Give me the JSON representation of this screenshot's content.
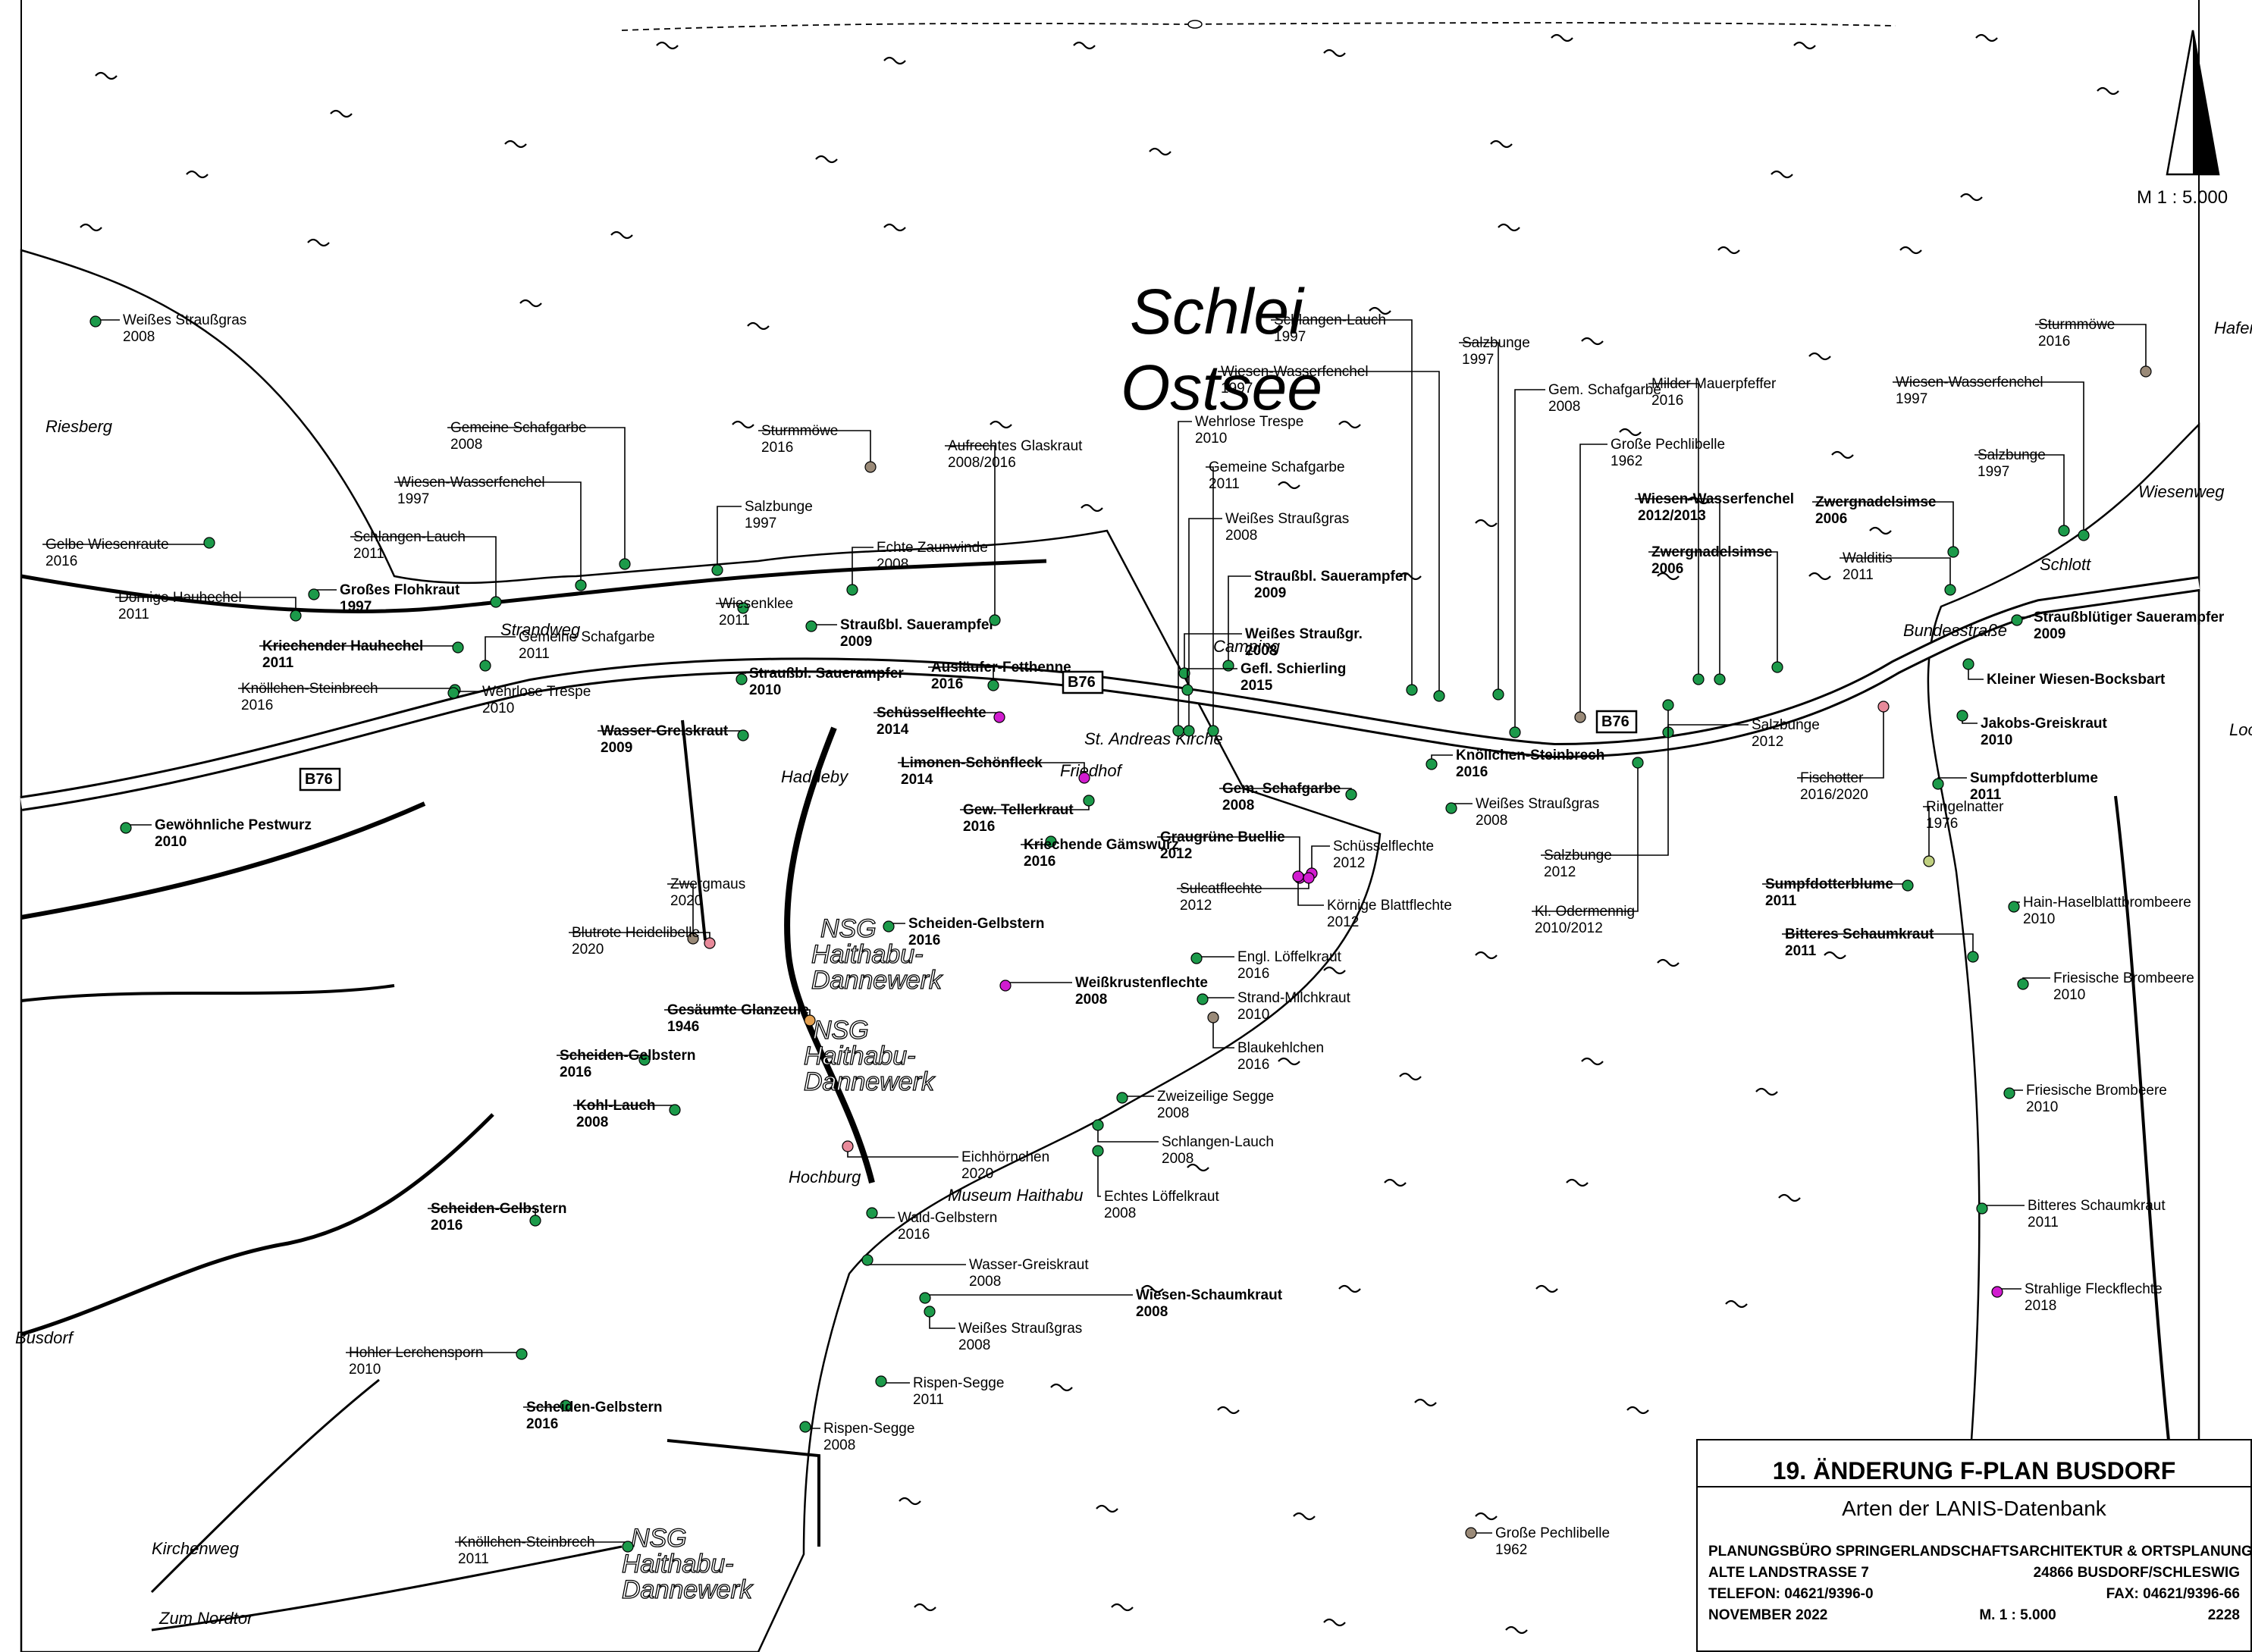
{
  "title": "19. ÄNDERUNG F-PLAN BUSDORF",
  "subtitle": "Arten der LANIS-Datenbank",
  "office": {
    "name": "PLANUNGSBÜRO SPRINGER",
    "street": "ALTE LANDSTRASSE 7",
    "phone": "TELEFON: 04621/9396-0",
    "date": "NOVEMBER 2022",
    "profession": "LANDSCHAFTSARCHITEKTUR & ORTSPLANUNG",
    "city": "24866 BUSDORF/SCHLESWIG",
    "fax": "FAX: 04621/9396-66",
    "scale": "M. 1 : 5.000",
    "number": "2228"
  },
  "scale_label": "M 1 : 5.000",
  "water_name_1": "Schlei",
  "water_name_2": "Ostsee",
  "colors": {
    "green": "#1c9a4a",
    "magenta": "#d11ccf",
    "pink": "#e88a9a",
    "brown": "#9a8a78",
    "orange": "#e3a050",
    "olive": "#c0d080"
  },
  "place_labels": [
    {
      "t": "Riesberg"
    },
    {
      "t": "Strandweg"
    },
    {
      "t": "Haddeby"
    },
    {
      "t": "St. Andreas Kirche"
    },
    {
      "t": "Friedhof"
    },
    {
      "t": "Hochburg"
    },
    {
      "t": "Museum Haithabu"
    },
    {
      "t": "Busdorf"
    },
    {
      "t": "Schlott"
    },
    {
      "t": "Bundesstraße"
    },
    {
      "t": "Loopstedter Straße"
    },
    {
      "t": "Kirchenweg"
    },
    {
      "t": "Zum Nordtor"
    },
    {
      "t": "Camping"
    },
    {
      "t": "Hafen"
    },
    {
      "t": "Wiesenweg"
    }
  ],
  "nsg_labels": [
    {
      "l1": "NSG",
      "l2": "Haithabu-",
      "l3": "Dannewerk"
    },
    {
      "l1": "NSG",
      "l2": "Haithabu-",
      "l3": "Dannewerk"
    },
    {
      "l1": "NSG",
      "l2": "Haithabu-",
      "l3": "Dannewerk"
    }
  ],
  "road_labels": [
    {
      "t": "B76"
    },
    {
      "t": "B76"
    },
    {
      "t": "B76"
    }
  ],
  "species": [
    {
      "name": "Weißes Straußgras",
      "year": "2008",
      "c": "green",
      "bold": false
    },
    {
      "name": "Gelbe Wiesenraute",
      "year": "2016",
      "c": "green",
      "bold": false
    },
    {
      "name": "Dornige Hauhechel",
      "year": "2011",
      "c": "green",
      "bold": false
    },
    {
      "name": "Großes Flohkraut",
      "year": "1997",
      "c": "green",
      "bold": true
    },
    {
      "name": "Kriechender Hauhechel",
      "year": "2011",
      "c": "green",
      "bold": true
    },
    {
      "name": "Knöllchen-Steinbrech",
      "year": "2016",
      "c": "green",
      "bold": false
    },
    {
      "name": "Gemeine Schafgarbe",
      "year": "2008",
      "c": "green",
      "bold": false
    },
    {
      "name": "Wiesen-Wasserfenchel",
      "year": "1997",
      "c": "green",
      "bold": false
    },
    {
      "name": "Schlangen-Lauch",
      "year": "2011",
      "c": "green",
      "bold": false
    },
    {
      "name": "Gemeine Schafgarbe",
      "year": "2011",
      "c": "green",
      "bold": false
    },
    {
      "name": "Wehrlose Trespe",
      "year": "2010",
      "c": "green",
      "bold": false
    },
    {
      "name": "Salzbunge",
      "year": "1997",
      "c": "green",
      "bold": false
    },
    {
      "name": "Sturmmöwe",
      "year": "2016",
      "c": "brown",
      "bold": false
    },
    {
      "name": "Echte Zaunwinde",
      "year": "2008",
      "c": "green",
      "bold": false
    },
    {
      "name": "Wiesenklee",
      "year": "2011",
      "c": "green",
      "bold": false
    },
    {
      "name": "Straußbl. Sauerampfer",
      "year": "2009",
      "c": "green",
      "bold": true
    },
    {
      "name": "Straußbl. Sauerampfer",
      "year": "2010",
      "c": "green",
      "bold": true
    },
    {
      "name": "Wasser-Greiskraut",
      "year": "2009",
      "c": "green",
      "bold": true
    },
    {
      "name": "Gewöhnliche Pestwurz",
      "year": "2010",
      "c": "green",
      "bold": true
    },
    {
      "name": "Aufrechtes Glaskraut",
      "year": "2008/2016",
      "c": "green",
      "bold": false
    },
    {
      "name": "Ausläufer-Fetthenne",
      "year": "2016",
      "c": "green",
      "bold": true
    },
    {
      "name": "Schüsselflechte",
      "year": "2014",
      "c": "magenta",
      "bold": true
    },
    {
      "name": "Limonen-Schönfleck",
      "year": "2014",
      "c": "magenta",
      "bold": true
    },
    {
      "name": "Gew. Tellerkraut",
      "year": "2016",
      "c": "green",
      "bold": true
    },
    {
      "name": "Schlangen-Lauch",
      "year": "1997",
      "c": "green",
      "bold": false
    },
    {
      "name": "Wiesen-Wasserfenchel",
      "year": "1997",
      "c": "green",
      "bold": false
    },
    {
      "name": "Wehrlose Trespe",
      "year": "2010",
      "c": "green",
      "bold": false
    },
    {
      "name": "Gemeine Schafgarbe",
      "year": "2011",
      "c": "green",
      "bold": false
    },
    {
      "name": "Weißes Straußgras",
      "year": "2008",
      "c": "green",
      "bold": false
    },
    {
      "name": "Straußbl. Sauerampfer",
      "year": "2009",
      "c": "green",
      "bold": true
    },
    {
      "name": "Weißes Straußgr.",
      "year": "2008",
      "c": "green",
      "bold": true
    },
    {
      "name": "Gefl. Schierling",
      "year": "2015",
      "c": "green",
      "bold": true
    },
    {
      "name": "Gem. Schafgarbe",
      "year": "2008",
      "c": "green",
      "bold": true
    },
    {
      "name": "Graugrüne Buellie",
      "year": "2012",
      "c": "magenta",
      "bold": true
    },
    {
      "name": "Schüsselflechte",
      "year": "2012",
      "c": "magenta",
      "bold": false
    },
    {
      "name": "Sulcatflechte",
      "year": "2012",
      "c": "magenta",
      "bold": false
    },
    {
      "name": "Körnige Blattflechte",
      "year": "2012",
      "c": "magenta",
      "bold": false
    },
    {
      "name": "Salzbunge",
      "year": "1997",
      "c": "green",
      "bold": false
    },
    {
      "name": "Gem. Schafgarbe",
      "year": "2008",
      "c": "green",
      "bold": false
    },
    {
      "name": "Große Pechlibelle",
      "year": "1962",
      "c": "brown",
      "bold": false
    },
    {
      "name": "Milder Mauerpfeffer",
      "year": "2016",
      "c": "green",
      "bold": false
    },
    {
      "name": "Wiesen-Wasserfenchel",
      "year": "2012/2013",
      "c": "green",
      "bold": true
    },
    {
      "name": "Zwergnadelsimse",
      "year": "2006",
      "c": "green",
      "bold": true
    },
    {
      "name": "Knöllchen-Steinbrech",
      "year": "2016",
      "c": "green",
      "bold": true
    },
    {
      "name": "Weißes Straußgras",
      "year": "2008",
      "c": "green",
      "bold": false
    },
    {
      "name": "Salzbunge",
      "year": "2012",
      "c": "green",
      "bold": false
    },
    {
      "name": "Salzbunge",
      "year": "2012",
      "c": "green",
      "bold": false
    },
    {
      "name": "Kl. Odermennig",
      "year": "2010/2012",
      "c": "green",
      "bold": false
    },
    {
      "name": "Kriechende Gämswurz",
      "year": "2016",
      "c": "green",
      "bold": true
    },
    {
      "name": "Scheiden-Gelbstern",
      "year": "2016",
      "c": "green",
      "bold": true
    },
    {
      "name": "Zwergmaus",
      "year": "2020",
      "c": "brown",
      "bold": false
    },
    {
      "name": "Blutrote Heidelibelle",
      "year": "2020",
      "c": "pink",
      "bold": false
    },
    {
      "name": "Gesäumte Glanzeule",
      "year": "1946",
      "c": "orange",
      "bold": true
    },
    {
      "name": "Weißkrustenflechte",
      "year": "2008",
      "c": "magenta",
      "bold": true
    },
    {
      "name": "Engl. Löffelkraut",
      "year": "2016",
      "c": "green",
      "bold": false
    },
    {
      "name": "Strand-Milchkraut",
      "year": "2010",
      "c": "green",
      "bold": false
    },
    {
      "name": "Blaukehlchen",
      "year": "2016",
      "c": "brown",
      "bold": false
    },
    {
      "name": "Scheiden-Gelbstern",
      "year": "2016",
      "c": "green",
      "bold": true
    },
    {
      "name": "Kohl-Lauch",
      "year": "2008",
      "c": "green",
      "bold": true
    },
    {
      "name": "Eichhörnchen",
      "year": "2020",
      "c": "pink",
      "bold": false
    },
    {
      "name": "Zweizeilige Segge",
      "year": "2008",
      "c": "green",
      "bold": false
    },
    {
      "name": "Schlangen-Lauch",
      "year": "2008",
      "c": "green",
      "bold": false
    },
    {
      "name": "Echtes Löffelkraut",
      "year": "2008",
      "c": "green",
      "bold": false
    },
    {
      "name": "Wald-Gelbstern",
      "year": "2016",
      "c": "green",
      "bold": false
    },
    {
      "name": "Scheiden-Gelbstern",
      "year": "2016",
      "c": "green",
      "bold": true
    },
    {
      "name": "Wasser-Greiskraut",
      "year": "2008",
      "c": "green",
      "bold": false
    },
    {
      "name": "Wiesen-Schaumkraut",
      "year": "2008",
      "c": "green",
      "bold": true
    },
    {
      "name": "Weißes Straußgras",
      "year": "2008",
      "c": "green",
      "bold": false
    },
    {
      "name": "Hohler Lerchensporn",
      "year": "2010",
      "c": "green",
      "bold": false
    },
    {
      "name": "Scheiden-Gelbstern",
      "year": "2016",
      "c": "green",
      "bold": true
    },
    {
      "name": "Rispen-Segge",
      "year": "2011",
      "c": "green",
      "bold": false
    },
    {
      "name": "Rispen-Segge",
      "year": "2008",
      "c": "green",
      "bold": false
    },
    {
      "name": "Knöllchen-Steinbrech",
      "year": "2011",
      "c": "green",
      "bold": false
    },
    {
      "name": "Große Pechlibelle",
      "year": "1962",
      "c": "brown",
      "bold": false
    },
    {
      "name": "Sturmmöwe",
      "year": "2016",
      "c": "brown",
      "bold": false
    },
    {
      "name": "Wiesen-Wasserfenchel",
      "year": "1997",
      "c": "green",
      "bold": false
    },
    {
      "name": "Salzbunge",
      "year": "1997",
      "c": "green",
      "bold": false
    },
    {
      "name": "Zwergnadelsimse",
      "year": "2006",
      "c": "green",
      "bold": true
    },
    {
      "name": "Walditis",
      "year": "2011",
      "c": "green",
      "bold": false
    },
    {
      "name": "Straußblütiger Sauerampfer",
      "year": "2009",
      "c": "green",
      "bold": true
    },
    {
      "name": "Kleiner Wiesen-Bocksbart",
      "year": "",
      "c": "green",
      "bold": true
    },
    {
      "name": "Jakobs-Greiskraut",
      "year": "2010",
      "c": "green",
      "bold": true
    },
    {
      "name": "Sumpfdotterblume",
      "year": "2011",
      "c": "green",
      "bold": true
    },
    {
      "name": "Fischotter",
      "year": "2016/2020",
      "c": "pink",
      "bold": false
    },
    {
      "name": "Ringelnatter",
      "year": "1976",
      "c": "olive",
      "bold": false
    },
    {
      "name": "Sumpfdotterblume",
      "year": "2011",
      "c": "green",
      "bold": true
    },
    {
      "name": "Hain-Haselblattbrombeere",
      "year": "2010",
      "c": "green",
      "bold": false
    },
    {
      "name": "Bitteres Schaumkraut",
      "year": "2011",
      "c": "green",
      "bold": true
    },
    {
      "name": "Friesische Brombeere",
      "year": "2010",
      "c": "green",
      "bold": false
    },
    {
      "name": "Friesische Brombeere",
      "year": "2010",
      "c": "green",
      "bold": false
    },
    {
      "name": "Bitteres Schaumkraut",
      "year": "2011",
      "c": "green",
      "bold": false
    },
    {
      "name": "Strahlige Fleckflechte",
      "year": "2018",
      "c": "magenta",
      "bold": false
    }
  ]
}
